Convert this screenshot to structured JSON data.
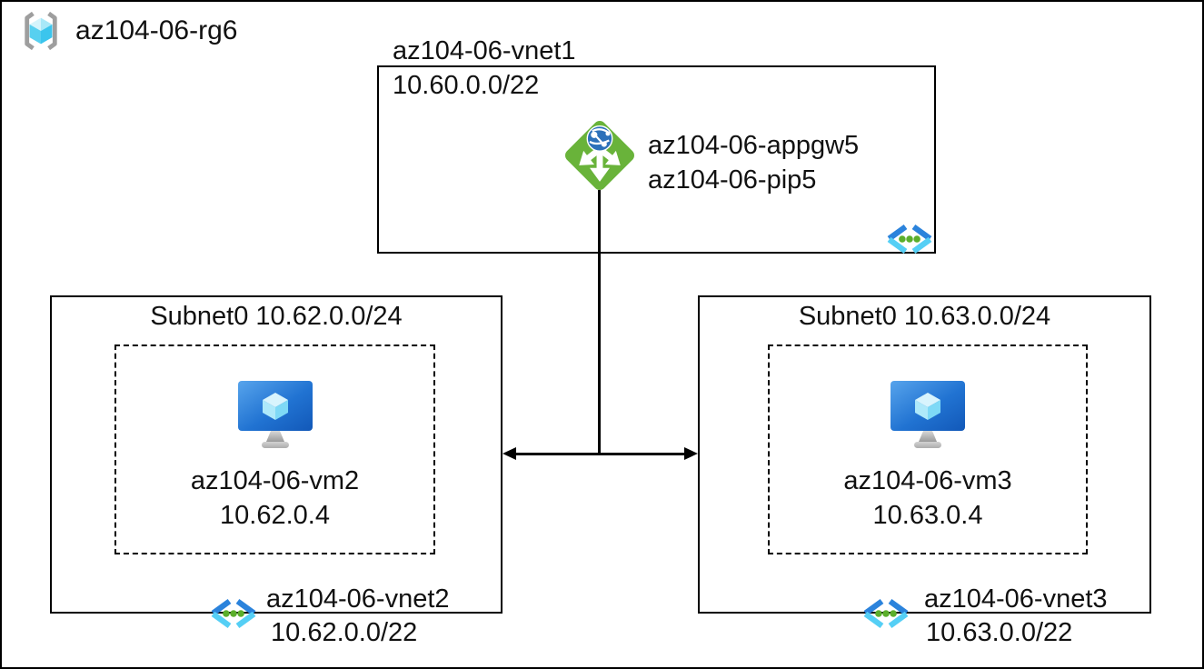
{
  "diagram": {
    "resource_group": {
      "name": "az104-06-rg6"
    },
    "vnet1": {
      "title": "az104-06-vnet1",
      "cidr": "10.60.0.0/22",
      "appgw_name": "az104-06-appgw5",
      "pip_name": "az104-06-pip5"
    },
    "subnet_left": {
      "title": "Subnet0 10.62.0.0/24",
      "vm_name": "az104-06-vm2",
      "vm_ip": "10.62.0.4",
      "vnet_name": "az104-06-vnet2",
      "vnet_cidr": "10.62.0.0/22"
    },
    "subnet_right": {
      "title": "Subnet0 10.63.0.0/24",
      "vm_name": "az104-06-vm3",
      "vm_ip": "10.63.0.4",
      "vnet_name": "az104-06-vnet3",
      "vnet_cidr": "10.63.0.0/22"
    },
    "icons": {
      "resource_group": "resource-group-icon",
      "app_gateway": "application-gateway-icon",
      "virtual_machine": "vm-icon",
      "virtual_network": "vnet-icon"
    },
    "colors": {
      "appgw_green": "#69B33A",
      "globe_blue": "#2D71BA",
      "vnet_chevron_dark_blue": "#2B83DC",
      "vnet_chevron_cyan": "#55CFF5",
      "vnet_dot_green": "#5BAE2B",
      "vm_screen_blue_light": "#57A4EC",
      "vm_screen_blue_dark": "#1258B8",
      "cube_cyan_light": "#D4F4FC",
      "cube_cyan_dark": "#3BC5ED",
      "bracket_gray": "#9E9E9E",
      "line_black": "#000000"
    }
  }
}
